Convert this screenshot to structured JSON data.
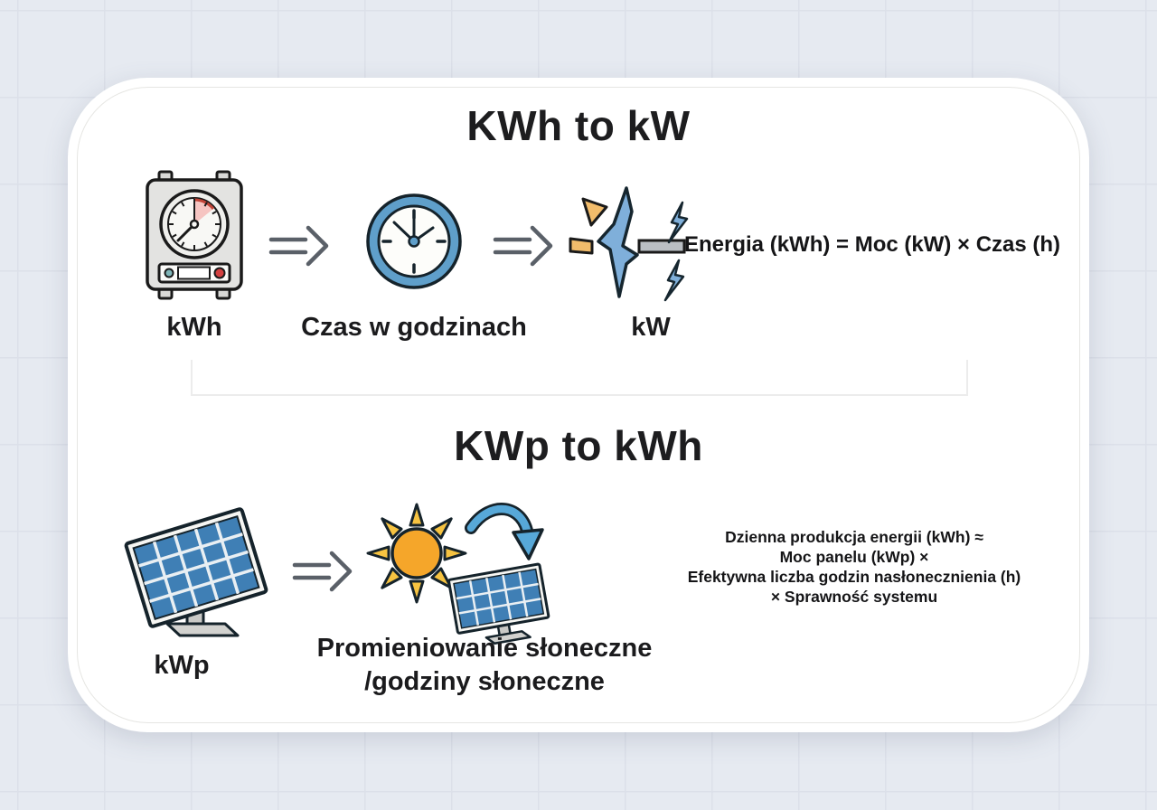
{
  "section1": {
    "title": "KWh to kW",
    "meter_label": "kWh",
    "clock_label": "Czas w godzinach",
    "bolt_label": "kW",
    "formula": "Energia (kWh) = Moc (kW) × Czas (h)"
  },
  "section2": {
    "title": "KWp to kWh",
    "panel_label": "kWp",
    "sun_label_line1": "Promieniowanie słoneczne",
    "sun_label_line2": "/godziny słoneczne",
    "formula_lines": [
      "Dzienna produkcja energii (kWh) ≈",
      "Moc panelu (kWp) ×",
      "Efektywna liczba godzin nasłonecznienia (h)",
      "× Sprawność systemu"
    ]
  },
  "icons": {
    "meter": "energy-meter-icon",
    "clock": "clock-icon",
    "bolt": "power-bolt-icon",
    "panel": "solar-panel-icon",
    "sun": "sun-irradiance-icon",
    "arrow": "double-arrow-right-icon"
  },
  "colors": {
    "background": "#e6eaf1",
    "card": "#ffffff",
    "text": "#1d1d1f",
    "clock_blue": "#5f9fca",
    "bolt_blue": "#7fafda",
    "panel_cell_blue": "#3f7fb5",
    "sun_orange": "#f5a62a",
    "accent_orange": "#f2bc6b",
    "arrow_gray": "#5a6068"
  }
}
